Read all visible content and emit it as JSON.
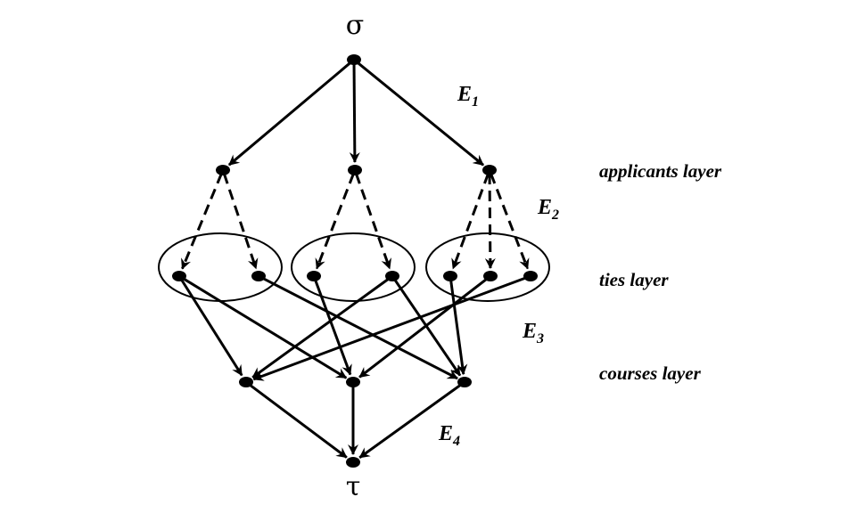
{
  "source_label": "σ",
  "sink_label": "τ",
  "edge_sets": {
    "e1": {
      "letter": "E",
      "subscript": "1"
    },
    "e2": {
      "letter": "E",
      "subscript": "2"
    },
    "e3": {
      "letter": "E",
      "subscript": "3"
    },
    "e4": {
      "letter": "E",
      "subscript": "4"
    }
  },
  "layers": {
    "applicants": "applicants layer",
    "ties": "ties layer",
    "courses": "courses layer"
  },
  "graph": {
    "nodes": [
      "sigma",
      "a1",
      "a2",
      "a3",
      "t1",
      "t2",
      "t3",
      "t4",
      "t5",
      "t6",
      "t7",
      "c1",
      "c2",
      "c3",
      "tau"
    ],
    "edges": [
      {
        "from": "sigma",
        "to": "a1",
        "style": "solid"
      },
      {
        "from": "sigma",
        "to": "a2",
        "style": "solid"
      },
      {
        "from": "sigma",
        "to": "a3",
        "style": "solid"
      },
      {
        "from": "a1",
        "to": "t1",
        "style": "dashed"
      },
      {
        "from": "a1",
        "to": "t2",
        "style": "dashed"
      },
      {
        "from": "a2",
        "to": "t3",
        "style": "dashed"
      },
      {
        "from": "a2",
        "to": "t4",
        "style": "dashed"
      },
      {
        "from": "a3",
        "to": "t5",
        "style": "dashed"
      },
      {
        "from": "a3",
        "to": "t6",
        "style": "dashed"
      },
      {
        "from": "a3",
        "to": "t7",
        "style": "dashed"
      },
      {
        "from": "t1",
        "to": "c1",
        "style": "solid"
      },
      {
        "from": "t1",
        "to": "c2",
        "style": "solid"
      },
      {
        "from": "t2",
        "to": "c3",
        "style": "solid"
      },
      {
        "from": "t3",
        "to": "c2",
        "style": "solid"
      },
      {
        "from": "t4",
        "to": "c1",
        "style": "solid"
      },
      {
        "from": "t4",
        "to": "c3",
        "style": "solid"
      },
      {
        "from": "t5",
        "to": "c3",
        "style": "solid"
      },
      {
        "from": "t6",
        "to": "c2",
        "style": "solid"
      },
      {
        "from": "t7",
        "to": "c1",
        "style": "solid"
      },
      {
        "from": "c1",
        "to": "tau",
        "style": "solid"
      },
      {
        "from": "c2",
        "to": "tau",
        "style": "solid"
      },
      {
        "from": "c3",
        "to": "tau",
        "style": "solid"
      }
    ],
    "groups": [
      {
        "members": [
          "t1",
          "t2"
        ]
      },
      {
        "members": [
          "t3",
          "t4"
        ]
      },
      {
        "members": [
          "t5",
          "t6",
          "t7"
        ]
      }
    ]
  }
}
